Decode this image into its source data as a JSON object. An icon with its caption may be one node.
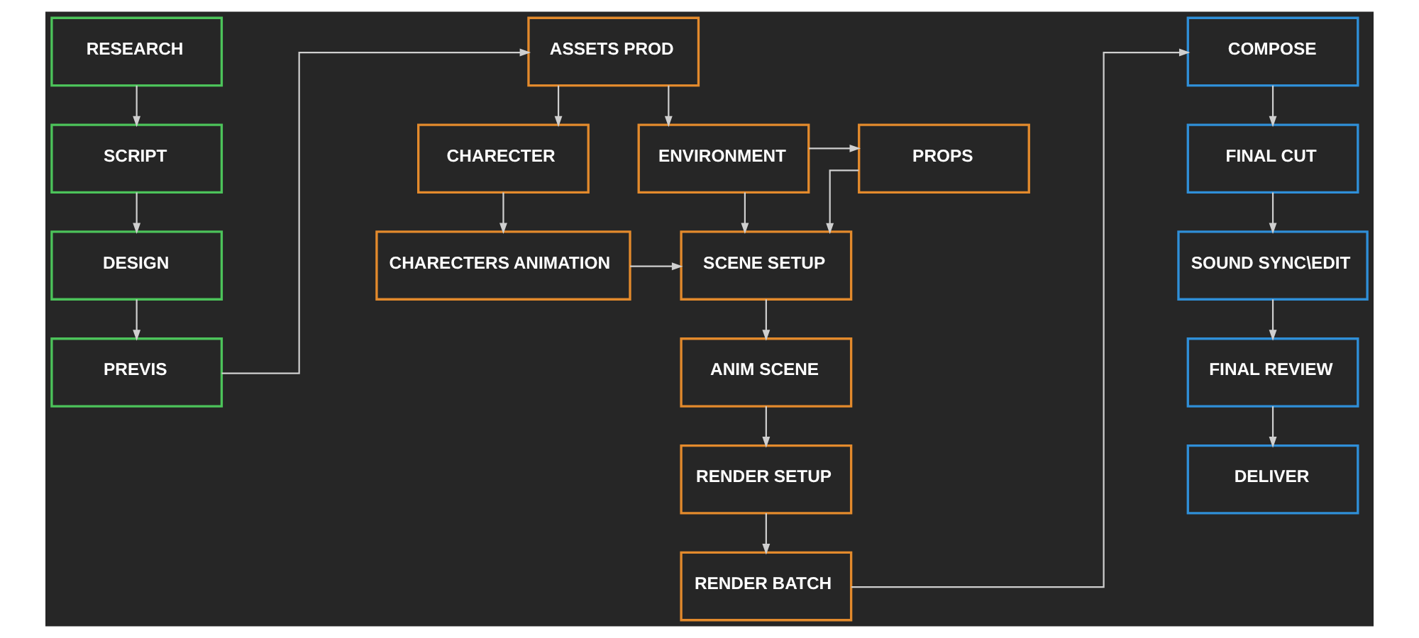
{
  "diagram": {
    "nodes": [
      {
        "text": [
          "RESEARCH"
        ]
      },
      {
        "text": [
          "SCRIPT"
        ]
      },
      {
        "text": [
          "DESIGN"
        ]
      },
      {
        "text": [
          "PREVIS"
        ]
      },
      {
        "text": [
          "ASSETS PROD"
        ]
      },
      {
        "text": [
          "CHARECTER"
        ]
      },
      {
        "text": [
          "ENVIRONMENT"
        ]
      },
      {
        "text": [
          "PROPS"
        ]
      },
      {
        "text": [
          "CHARECTERS ANIMATION"
        ]
      },
      {
        "text": [
          "SCENE SETUP"
        ]
      },
      {
        "text": [
          "ANIM SCENE"
        ]
      },
      {
        "text": [
          "RENDER SETUP"
        ]
      },
      {
        "text": [
          "RENDER BATCH"
        ]
      },
      {
        "text": [
          "COMPOSE"
        ]
      },
      {
        "text": [
          "FINAL CUT"
        ]
      },
      {
        "text": [
          "SOUND SYNC\\EDIT"
        ]
      },
      {
        "text": [
          "FINAL REVIEW"
        ]
      },
      {
        "text": [
          "DELIVER"
        ]
      }
    ],
    "edges": [
      {
        "from": 0,
        "to": 1,
        "arrow": "to"
      },
      {
        "from": 1,
        "to": 2,
        "arrow": "to"
      },
      {
        "from": 2,
        "to": 3,
        "arrow": "to"
      },
      {
        "from": 3,
        "to": 4,
        "arrow": "to"
      },
      {
        "from": 4,
        "to": 5,
        "arrow": "to"
      },
      {
        "from": 4,
        "to": 6,
        "arrow": "to"
      },
      {
        "from": 6,
        "to": 7,
        "arrow": "to"
      },
      {
        "from": 5,
        "to": 8,
        "arrow": "to"
      },
      {
        "from": 6,
        "to": 9,
        "arrow": "to"
      },
      {
        "from": 7,
        "to": 9,
        "arrow": "to"
      },
      {
        "from": 8,
        "to": 9,
        "arrow": "to"
      },
      {
        "from": 9,
        "to": 10,
        "arrow": "to"
      },
      {
        "from": 10,
        "to": 11,
        "arrow": "to"
      },
      {
        "from": 11,
        "to": 12,
        "arrow": "to"
      },
      {
        "from": 12,
        "to": 13,
        "arrow": "to"
      },
      {
        "from": 13,
        "to": 14,
        "arrow": "to"
      },
      {
        "from": 14,
        "to": 15,
        "arrow": "to"
      },
      {
        "from": 15,
        "to": 16,
        "arrow": "to"
      },
      {
        "from": 16,
        "to": 17,
        "arrow": "to"
      }
    ]
  }
}
